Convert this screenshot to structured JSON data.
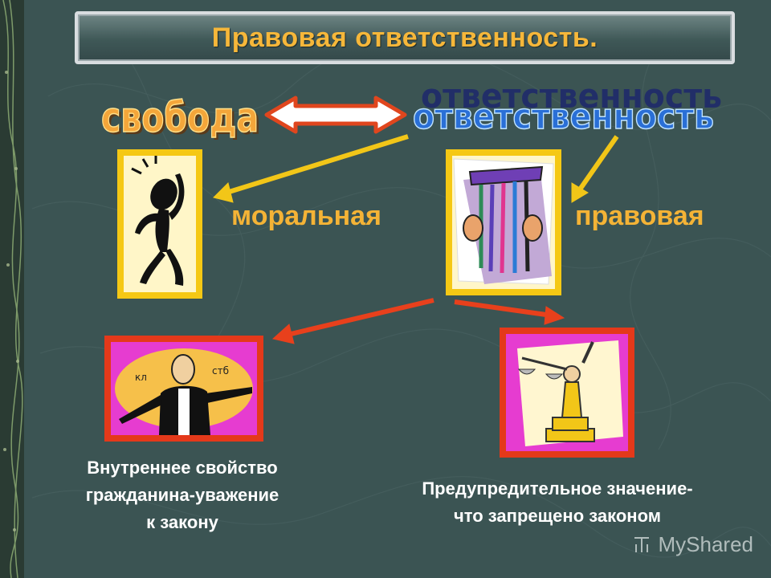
{
  "slide": {
    "title": "Правовая ответственность.",
    "word_freedom": "свобода",
    "word_responsibility": "ответственность",
    "label_moral": "моральная",
    "label_legal": "правовая",
    "caption_left": [
      "Внутреннее свойство",
      "гражданина-уважение",
      "к закону"
    ],
    "caption_right": [
      "Предупредительное значение-",
      "что запрещено законом"
    ],
    "watermark": "MyShared"
  },
  "colors": {
    "background": "#3a5352",
    "title_text": "#f6b73a",
    "label_text": "#f4b336",
    "yellow_arrow": "#f2c618",
    "red_arrow": "#e8401c",
    "frame_yellow": "#f5c814",
    "frame_red": "#e4391a"
  },
  "icons": {
    "double_arrow": "double-arrow-icon",
    "confused_man": "confused-man-clipart",
    "prison_bars": "prison-bars-clipart",
    "lawyer": "lawyer-clipart",
    "justice": "lady-justice-clipart",
    "watermark_logo": "myshared-logo-icon"
  }
}
